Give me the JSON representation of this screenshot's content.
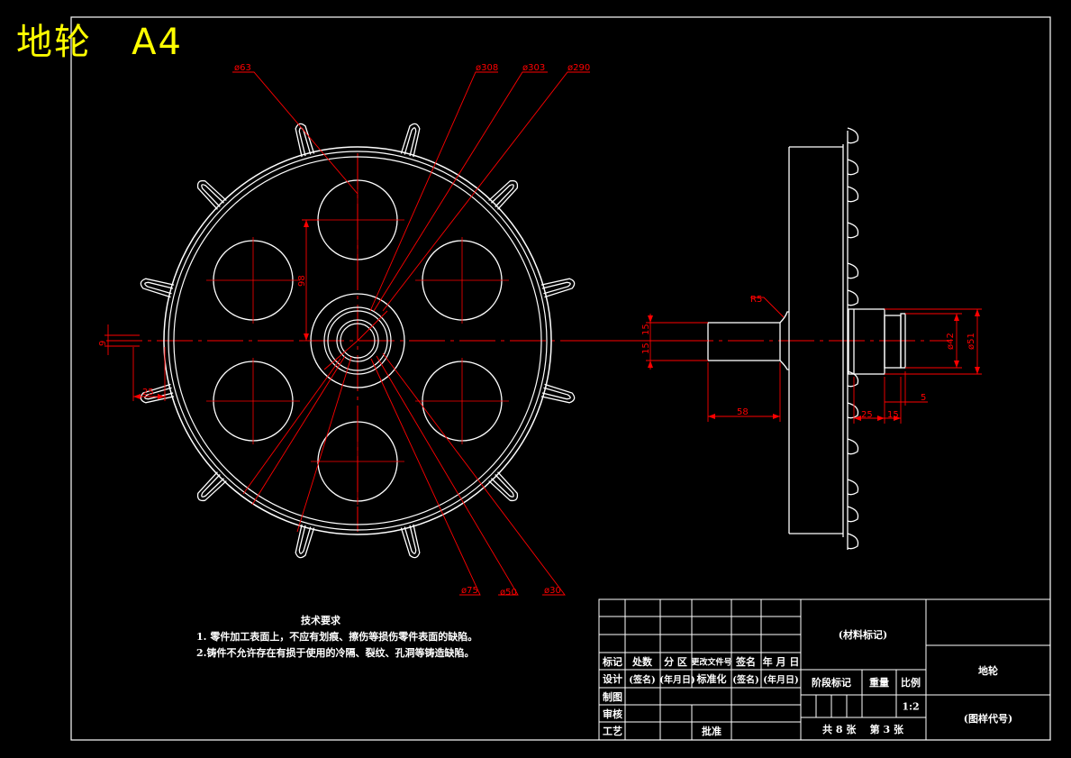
{
  "header": {
    "title": "地轮",
    "sheet_size": "A4"
  },
  "dimensions": {
    "d63": "ø63",
    "d308": "ø308",
    "d303": "ø303",
    "d290": "ø290",
    "d98": "98",
    "d9": "9",
    "d25_left": "25",
    "d75": "ø75",
    "d50": "ø50",
    "d30": "ø30",
    "r5": "R5",
    "d15a": "15",
    "d15b": "15",
    "d58": "58",
    "d42": "ø42",
    "d51": "ø51",
    "d25_right": "25",
    "d15_right": "15",
    "d5": "5"
  },
  "notes": {
    "heading": "技术要求",
    "items": [
      "1. 零件加工表面上，不应有划痕、擦伤等损伤零件表面的缺陷。",
      "2.铸件不允许存在有损于使用的冷隔、裂纹、孔洞等铸造缺陷。"
    ]
  },
  "title_block": {
    "material": "(材料标记)",
    "part_name": "地轮",
    "drawing_code": "(图样代号)",
    "row_mark": [
      "标记",
      "处数",
      "分 区",
      "更改文件号",
      "签名",
      "年 月 日"
    ],
    "row_design": [
      "设计",
      "(签名)",
      "(年月日)",
      "标准化",
      "(签名)",
      "(年月日)"
    ],
    "label_draw": "制图",
    "label_check": "审核",
    "label_process": "工艺",
    "label_approve": "批准",
    "stage_mark": "阶段标记",
    "weight": "重量",
    "ratio_label": "比例",
    "ratio_value": "1:2",
    "sheets": "共 8 张    第 3 张"
  }
}
